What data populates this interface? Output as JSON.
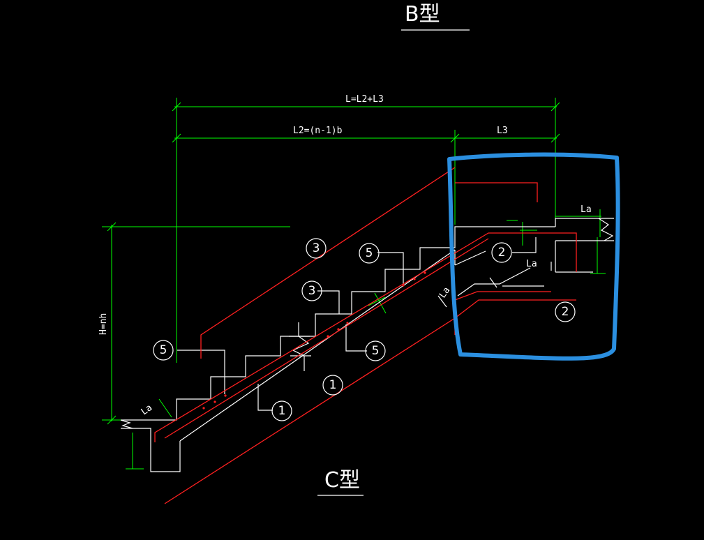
{
  "titles": {
    "top": "B型",
    "bottom": "C型"
  },
  "dimensions": {
    "total_length": "L=L2+L3",
    "l2": "L2=(n-1)b",
    "l3": "L3",
    "height": "H=nh",
    "anchor_top": "La",
    "anchor_mid": "La",
    "anchor_bottom": "La",
    "anchor_slope": "La"
  },
  "markers": {
    "m3_upper": "3",
    "m5_upper": "5",
    "m3_mid": "3",
    "m5_left": "5",
    "m5_mid": "5",
    "m1_lower": "1",
    "m1_below": "1",
    "m2_upper": "2",
    "m2_lower": "2"
  },
  "colors": {
    "background": "#000000",
    "outline": "#ffffff",
    "dimension": "#00ff00",
    "rebar": "#ff2020",
    "highlight": "#2b8fe0"
  }
}
